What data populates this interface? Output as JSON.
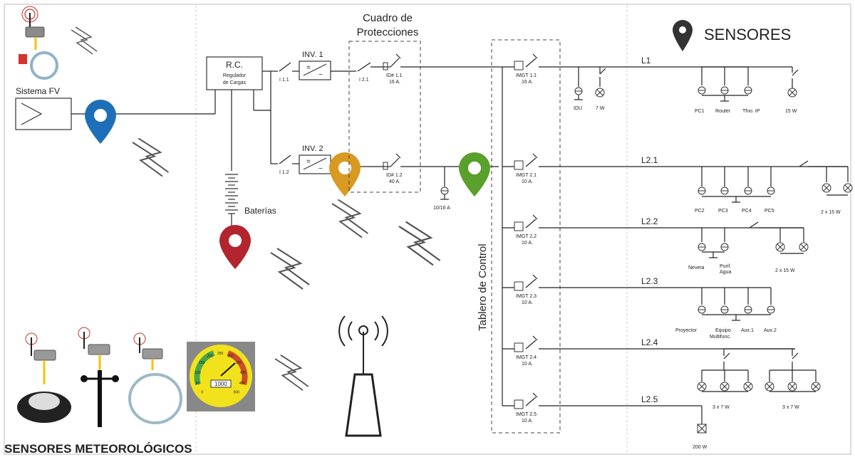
{
  "panels": {
    "sensors_title": "SENSORES",
    "meteo_title": "SENSORES METEOROLÓGICOS"
  },
  "pv": {
    "label": "Sistema FV"
  },
  "rc": {
    "title": "R.C.",
    "line1": "Regulador",
    "line2": "de Cargas"
  },
  "batteries": {
    "label": "Baterías"
  },
  "inverters": [
    {
      "label": "INV. 1",
      "switch": "I 1.1",
      "out_switch": "I 2.1"
    },
    {
      "label": "INV. 2",
      "switch": "I 1.2"
    }
  ],
  "protections": {
    "title_line1": "Cuadro de",
    "title_line2": "Protecciones",
    "breakers": [
      {
        "name": "ID# 1.1",
        "rating": "16 A."
      },
      {
        "name": "ID# 1.2",
        "rating": "40 A."
      }
    ],
    "socket": "10/16 A"
  },
  "control_board": {
    "label": "Tablero de Control"
  },
  "breakers": [
    {
      "name": "IMGT 1.1",
      "rating": "16 A."
    },
    {
      "name": "IMGT 2.1",
      "rating": "10 A."
    },
    {
      "name": "IMGT 2.2",
      "rating": "10 A."
    },
    {
      "name": "IMGT 2.3",
      "rating": "10 A."
    },
    {
      "name": "IMGT 2.4",
      "rating": "10 A."
    },
    {
      "name": "IMGT 2.5",
      "rating": "10 A."
    }
  ],
  "lines": [
    "L1",
    "L2.1",
    "L2.2",
    "L2.3",
    "L2.4",
    "L2.5"
  ],
  "loads": {
    "l1_idu": "IDU",
    "l1_lamp": "7 W",
    "l1_pc": "PC1",
    "l1_router": "Router",
    "l1_phone": "Tfno. IP",
    "l1_light": "15 W",
    "l21_pc2": "PC2",
    "l21_pc3": "PC3",
    "l21_pc4": "PC4",
    "l21_pc5": "PC5",
    "l21_light": "2 x 15 W",
    "l22_fridge": "Nevera",
    "l22_purif1": "Purif.",
    "l22_purif2": "Agua",
    "l22_light": "2 x 15 W",
    "l23_proj": "Proyector",
    "l23_equip1": "Equipo",
    "l23_equip2": "Multifunc.",
    "l23_aux1": "Aux.1",
    "l23_aux2": "Aux.2",
    "l24_light_a": "3 x 7 W",
    "l24_light_b": "3 x 7 W",
    "l25_light": "200 W"
  },
  "gauge": {
    "value": "1000",
    "ticks": [
      "0",
      "50",
      "100",
      "150",
      "200",
      "250",
      "300",
      "350",
      "400",
      "450",
      "500"
    ]
  },
  "colors": {
    "pin_blue": "#1f6fb8",
    "pin_orange": "#d99a22",
    "pin_green": "#5aa02c",
    "pin_red": "#b2252f",
    "gauge_yellow": "#f2e21c"
  }
}
